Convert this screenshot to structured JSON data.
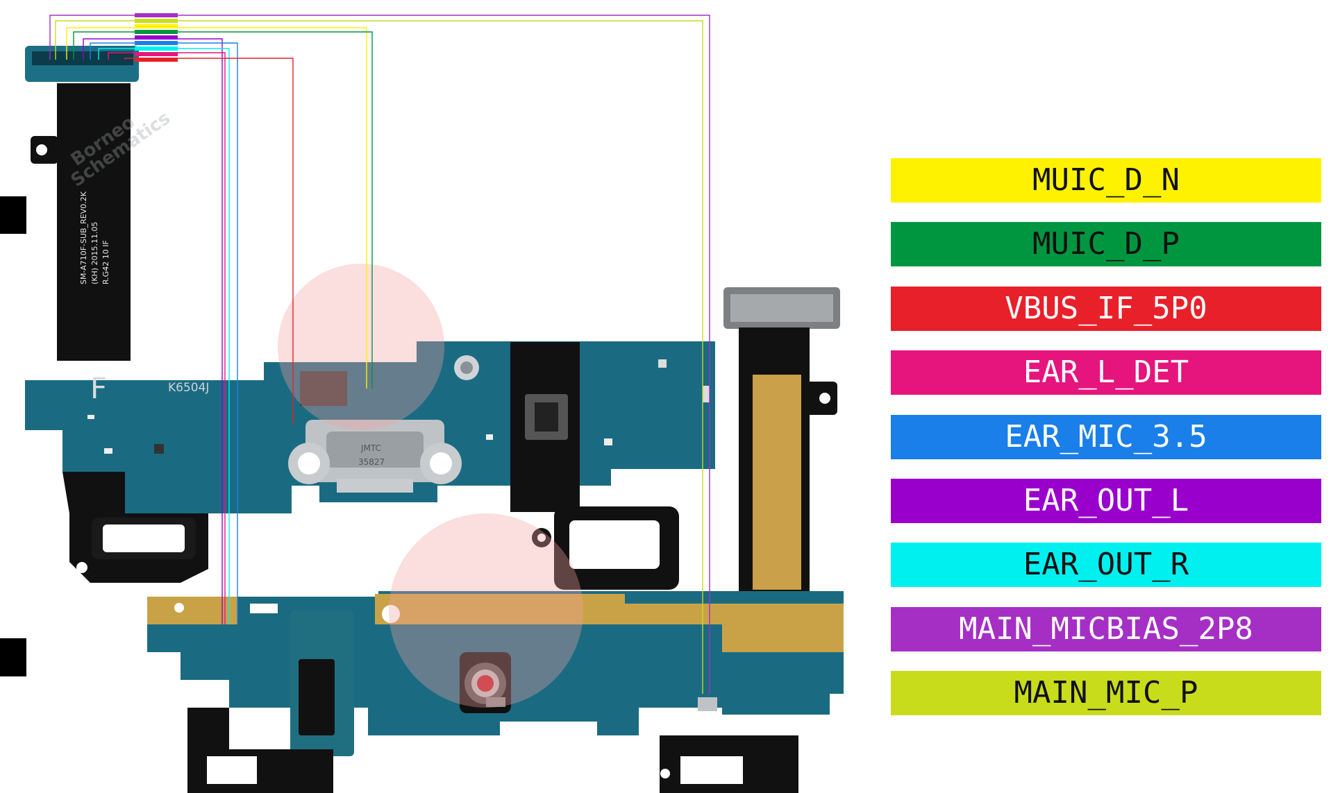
{
  "legend": {
    "items": [
      {
        "label": "MUIC_D_N",
        "color": "#fff200",
        "text_color": "#111111"
      },
      {
        "label": "MUIC_D_P",
        "color": "#00963f",
        "text_color": "#111111"
      },
      {
        "label": "VBUS_IF_5P0",
        "color": "#e8202a",
        "text_color": "#ffffff"
      },
      {
        "label": "EAR_L_DET",
        "color": "#e6157d",
        "text_color": "#ffffff"
      },
      {
        "label": "EAR_MIC_3.5",
        "color": "#1a7fe8",
        "text_color": "#ffffff"
      },
      {
        "label": "EAR_OUT_L",
        "color": "#9900cc",
        "text_color": "#ffffff"
      },
      {
        "label": "EAR_OUT_R",
        "color": "#00f0f0",
        "text_color": "#111111"
      },
      {
        "label": "MAIN_MICBIAS_2P8",
        "color": "#a52fc4",
        "text_color": "#ffffff"
      },
      {
        "label": "MAIN_MIC_P",
        "color": "#c9dc1c",
        "text_color": "#111111"
      }
    ]
  },
  "board": {
    "flex_label_line1": "SM-A710F-SUB_REV0.2K",
    "flex_label_line2": "(KH) 2015.11.05",
    "flex_label_line3": "R.G42 10 IF",
    "letter_f": "F",
    "part_code": "K6504J",
    "connector_brand": "JMTC",
    "connector_code": "35827"
  },
  "watermark": {
    "brand_line1": "Borneo",
    "brand_line2": "Schematics"
  }
}
